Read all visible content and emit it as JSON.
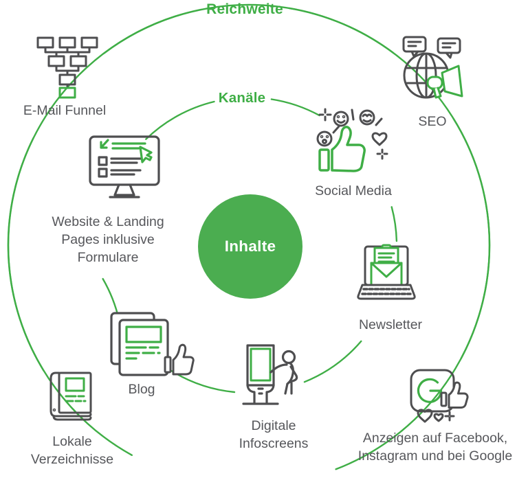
{
  "diagram": {
    "center": {
      "label": "Inhalte"
    },
    "rings": {
      "outer": {
        "title": "Reichweite"
      },
      "inner": {
        "title": "Kanäle"
      }
    },
    "items": {
      "email_funnel": {
        "ring": "outer",
        "icon": "funnel-flowchart-icon",
        "lines": [
          "E-Mail Funnel"
        ]
      },
      "seo": {
        "ring": "outer",
        "icon": "globe-megaphone-icon",
        "lines": [
          "SEO"
        ]
      },
      "social_media": {
        "ring": "inner",
        "icon": "thumbs-up-reactions-icon",
        "lines": [
          "Social Media"
        ]
      },
      "website": {
        "ring": "inner",
        "icon": "monitor-checklist-icon",
        "lines": [
          "Website & Landing",
          "Pages inklusive",
          "Formulare"
        ]
      },
      "newsletter": {
        "ring": "inner",
        "icon": "laptop-envelope-icon",
        "lines": [
          "Newsletter"
        ]
      },
      "blog": {
        "ring": "inner",
        "icon": "documents-thumbs-up-icon",
        "lines": [
          "Blog"
        ]
      },
      "digitale_infoscreens": {
        "ring": "inner",
        "icon": "kiosk-person-icon",
        "lines": [
          "Digitale",
          "Infoscreens"
        ]
      },
      "lokale_verzeichnisse": {
        "ring": "outer",
        "icon": "directory-book-icon",
        "lines": [
          "Lokale",
          "Verzeichnisse"
        ]
      },
      "anzeigen": {
        "ring": "outer",
        "icon": "google-ads-reactions-icon",
        "lines": [
          "Anzeigen auf Facebook,",
          "Instagram und bei Google"
        ]
      }
    },
    "colors": {
      "accent_green": "#3FAE46",
      "center_circle_green": "#4BAD50",
      "icon_gray": "#4E4E50",
      "label_gray": "#56575B"
    }
  }
}
